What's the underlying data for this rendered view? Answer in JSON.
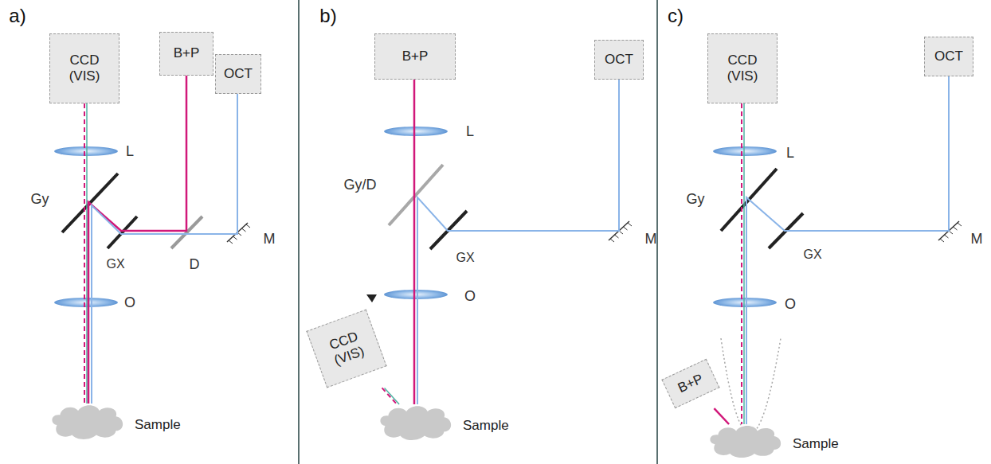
{
  "diagram": {
    "nodes": [
      {
        "text": [
          "CCD (VIS)"
        ]
      },
      {
        "text": [
          "B+P"
        ]
      },
      {
        "text": [
          "OCT"
        ]
      },
      {
        "text": [
          "Sample"
        ]
      },
      {
        "text": [
          "B+P"
        ]
      },
      {
        "text": [
          "OCT"
        ]
      },
      {
        "text": [
          "CCD (VIS)"
        ]
      },
      {
        "text": [
          "Sample"
        ]
      },
      {
        "text": [
          "CCD (VIS)"
        ]
      },
      {
        "text": [
          "OCT"
        ]
      },
      {
        "text": [
          "B+P"
        ]
      },
      {
        "text": [
          "Sample"
        ]
      }
    ],
    "edges": [
      {
        "from": 0,
        "to": 3,
        "arrow": "none"
      },
      {
        "from": 1,
        "to": 3,
        "arrow": "none"
      },
      {
        "from": 2,
        "to": 3,
        "arrow": "none"
      },
      {
        "from": 4,
        "to": 7,
        "arrow": "none"
      },
      {
        "from": 5,
        "to": 7,
        "arrow": "none"
      },
      {
        "from": 6,
        "to": 7,
        "arrow": "none"
      },
      {
        "from": 8,
        "to": 11,
        "arrow": "none"
      },
      {
        "from": 9,
        "to": 11,
        "arrow": "none"
      },
      {
        "from": 10,
        "to": 11,
        "arrow": "none"
      }
    ],
    "labels": [
      "a)",
      "L",
      "Gy",
      "GX",
      "D",
      "M",
      "O",
      "b)",
      "L",
      "Gy/D",
      "GX",
      "M",
      "O",
      "c)",
      "L",
      "Gy",
      "GX",
      "M",
      "O"
    ]
  }
}
